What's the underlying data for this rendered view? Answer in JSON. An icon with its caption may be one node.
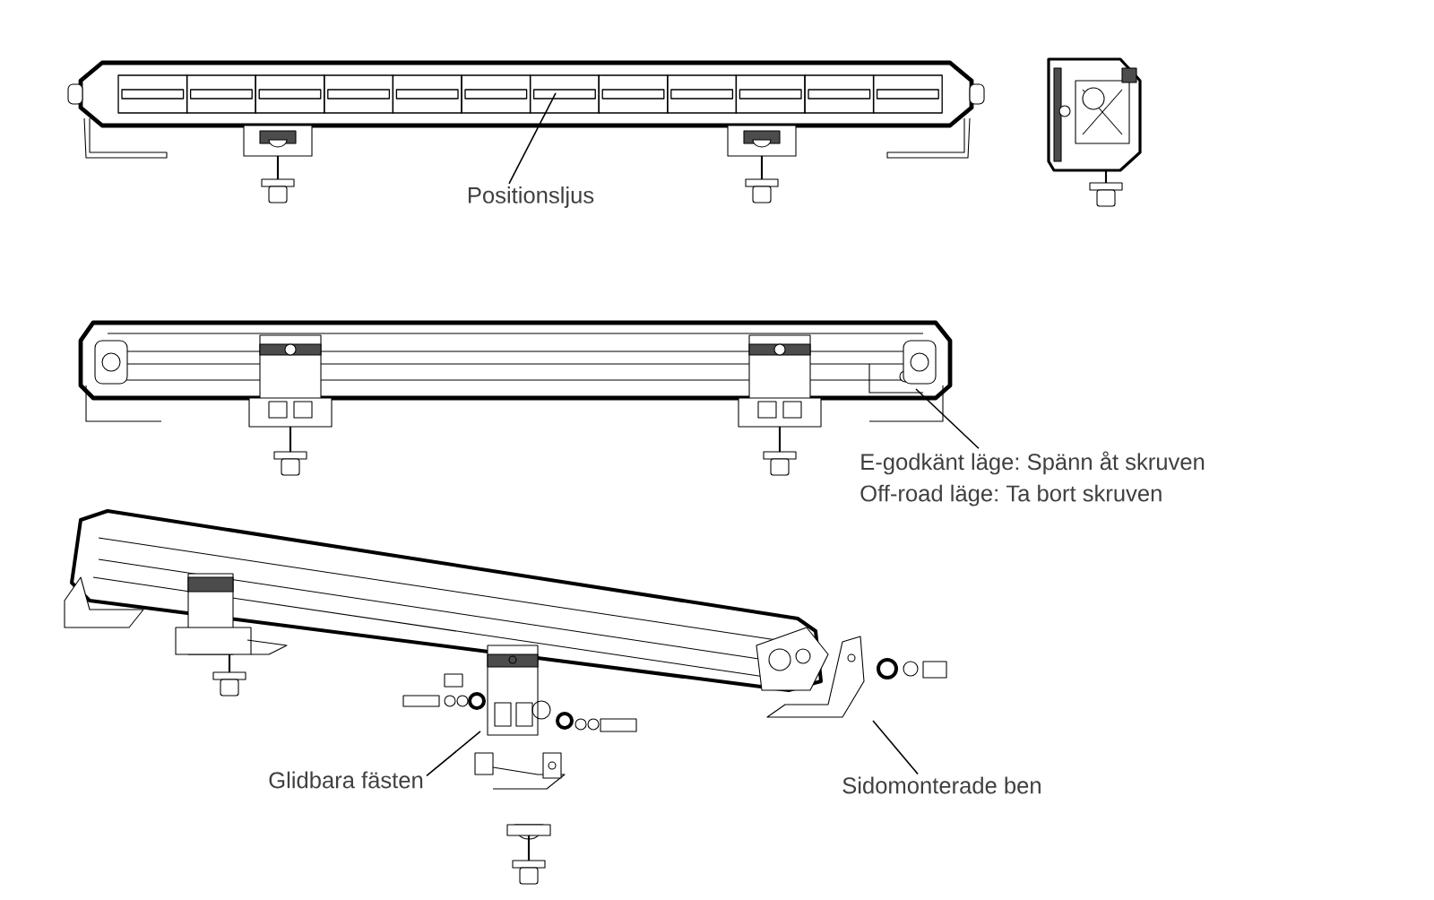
{
  "diagram": {
    "nodes": [
      {
        "text": [
          "Positionsljus"
        ]
      },
      {
        "text": [
          "E-godkänt läge: Spänn åt skruven",
          "Off-road läge: Ta bort skruven"
        ]
      },
      {
        "text": [
          "Glidbara fästen"
        ]
      },
      {
        "text": [
          "Sidomonterade ben"
        ]
      }
    ],
    "edges": [
      {
        "from": 0,
        "to": null,
        "arrow": "none"
      },
      {
        "from": 1,
        "to": null,
        "arrow": "none"
      },
      {
        "from": 2,
        "to": null,
        "arrow": "none"
      },
      {
        "from": 3,
        "to": null,
        "arrow": "none"
      }
    ]
  }
}
